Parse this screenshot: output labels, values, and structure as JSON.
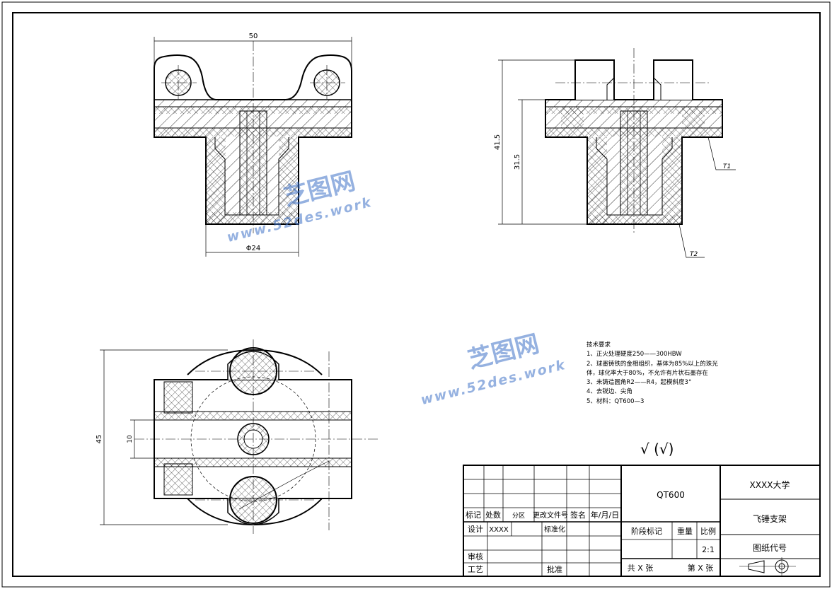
{
  "drawing": {
    "dims": {
      "front_width": "50",
      "front_bore": "Φ24",
      "side_height_overall": "41.5",
      "side_height_inner": "31.5",
      "top_height": "45",
      "top_slot": "10"
    },
    "roughness": {
      "t1": "T1",
      "t2": "T2",
      "general_symbol": "√ (√)"
    },
    "tech_notes": [
      "技术要求",
      "1、正火处理硬度250——300HBW",
      "2、球墨铸铁的金相组织，基体为85%以上的珠光",
      "体，球化率大于80%，不允许有片状石墨存在",
      "3、未铸造圆角R2——R4，起模斜度3°",
      "4、去锐边、尖角",
      "5、材料：QT600—3"
    ]
  },
  "title_block": {
    "material": "QT600",
    "school": "XXXX大学",
    "part_name": "飞锤支架",
    "drawing_no_label": "图纸代号",
    "scale_value": "2:1",
    "headers": {
      "mark": "标记",
      "count": "处数",
      "zone": "分区",
      "change_doc": "更改文件号",
      "signature": "签名",
      "date": "年/月/日"
    },
    "rows": {
      "design": "设计",
      "designer": "XXXX",
      "standardize": "标准化",
      "review": "审核",
      "process": "工艺",
      "approve": "批准"
    },
    "stage_mark": "阶段标记",
    "weight": "重量",
    "scale_label": "比例",
    "total_sheets": "共 X 张",
    "sheet_no": "第 X 张"
  },
  "watermark": {
    "cn": "芝图网",
    "en": "www.52des.work"
  }
}
